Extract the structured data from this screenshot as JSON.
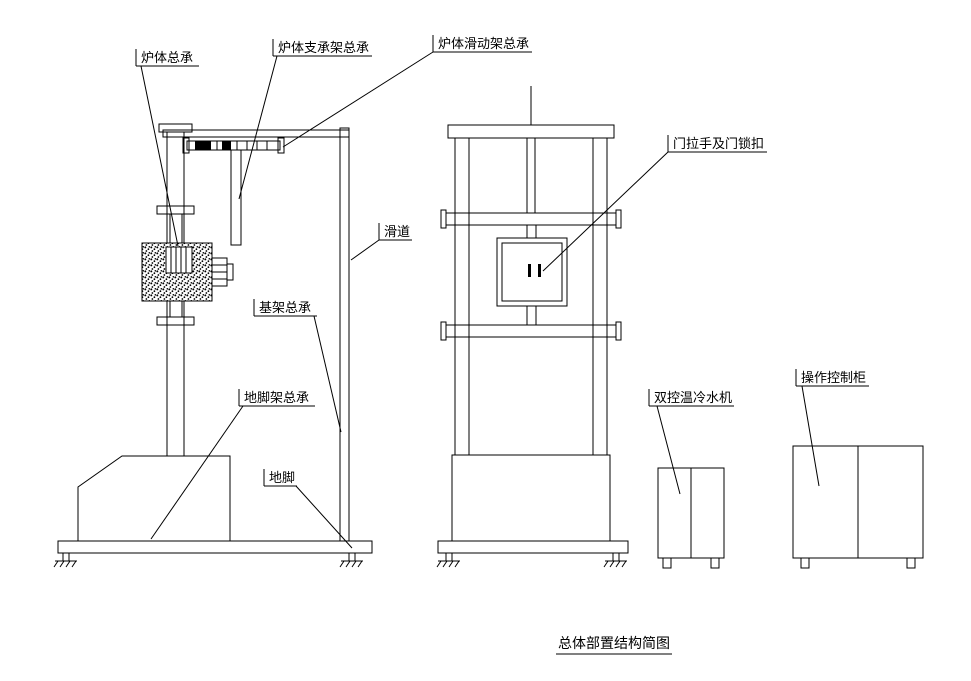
{
  "title": "总体部置结构简图",
  "labels": {
    "furnace_body": "炉体总承",
    "furnace_support_frame": "炉体支承架总承",
    "furnace_sliding_frame": "炉体滑动架总承",
    "slideway": "滑道",
    "base_frame": "基架总承",
    "foot_frame": "地脚架总承",
    "anchor_foot": "地脚",
    "door_handle_latch": "门拉手及门锁扣",
    "chiller": "双控温冷水机",
    "control_cabinet": "操作控制柜"
  },
  "colors": {
    "line": "#000000",
    "background": "#ffffff"
  }
}
